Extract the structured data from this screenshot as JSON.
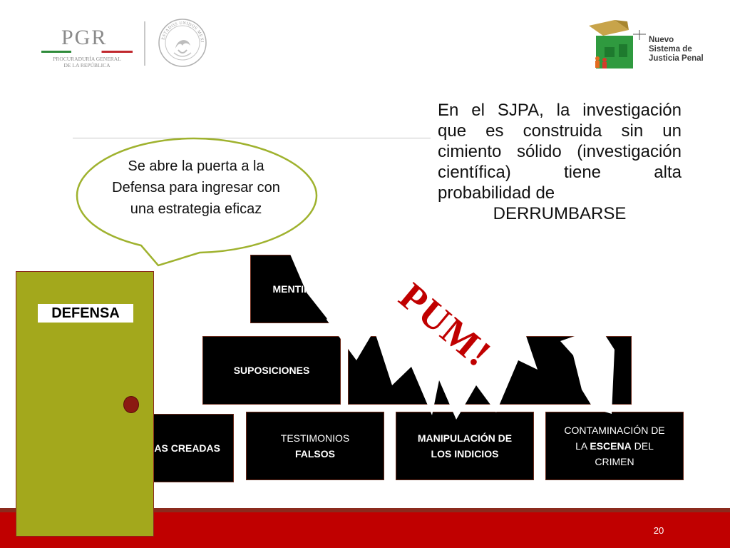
{
  "header": {
    "pgr_logo": {
      "title": "PGR",
      "subtitle_lines": [
        "PROCURADURÍA GENERAL",
        "DE LA REPÚBLICA"
      ]
    },
    "seal": {
      "icon": "mexican-coat-of-arms-seal",
      "text": "ESTADOS UNIDOS MEXICANOS"
    },
    "sjp_logo": {
      "icon": "house-with-justice-scale-icon",
      "lines": [
        "Nuevo",
        "Sistema de",
        "Justicia Penal"
      ]
    }
  },
  "statement": {
    "main": "En el SJPA, la investigación que es construida sin un cimiento sólido (investigación científica) tiene alta probabilidad de",
    "last": "DERRUMBARSE"
  },
  "bubble": {
    "text": "Se abre la puerta a la Defensa para ingresar con una estrategia eficaz"
  },
  "blocks": {
    "mentiras": "MENTIRAS",
    "suposiciones": "SUPOSICIONES",
    "creadas": "AS CREADAS",
    "testimonios_line1": "TESTIMONIOS",
    "testimonios_line2": "FALSOS",
    "manipulacion_line1": "MANIPULACIÓN DE",
    "manipulacion_line2": "LOS INDICIOS",
    "contaminacion_line1": "CONTAMINACIÓN DE",
    "contaminacion_line2_pre": "LA ",
    "contaminacion_line2_bold": "ESCENA",
    "contaminacion_line2_post": " DEL",
    "contaminacion_line3": "CRIMEN"
  },
  "burst": {
    "text": "PUM!"
  },
  "door": {
    "label": "DEFENSA"
  },
  "footer": {
    "page_number": "20"
  },
  "colors": {
    "band": "#c00000",
    "door": "#a3a81c",
    "bubble_border": "#9fb22e",
    "block": "#000000",
    "pum": "#c00000"
  }
}
